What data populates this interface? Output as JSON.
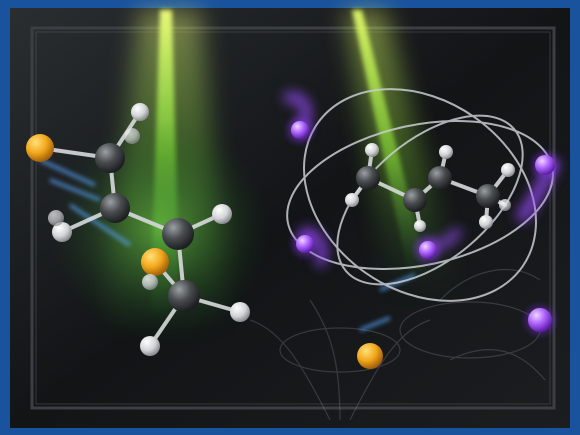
{
  "image": {
    "subject": "molecular-models-with-orbits",
    "colors": {
      "outer_frame": "#1f5fb0",
      "panel_bg": "#141618",
      "inner_border": "#3a3d40",
      "beam_green": "#a8ff3a",
      "beam_yellow": "#e9ff6a",
      "carbon_atom": "#4a4d50",
      "hydrogen_atom": "#e6e6e6",
      "sulfur_atom": "#f2a81c",
      "violet_particle": "#b066ff",
      "orbit_line": "#c9cdd2",
      "arrow_blue": "#5aa7ff"
    },
    "elements": [
      "left-molecule",
      "right-molecule",
      "orbit-rings",
      "light-beams",
      "flower-ornament"
    ]
  }
}
